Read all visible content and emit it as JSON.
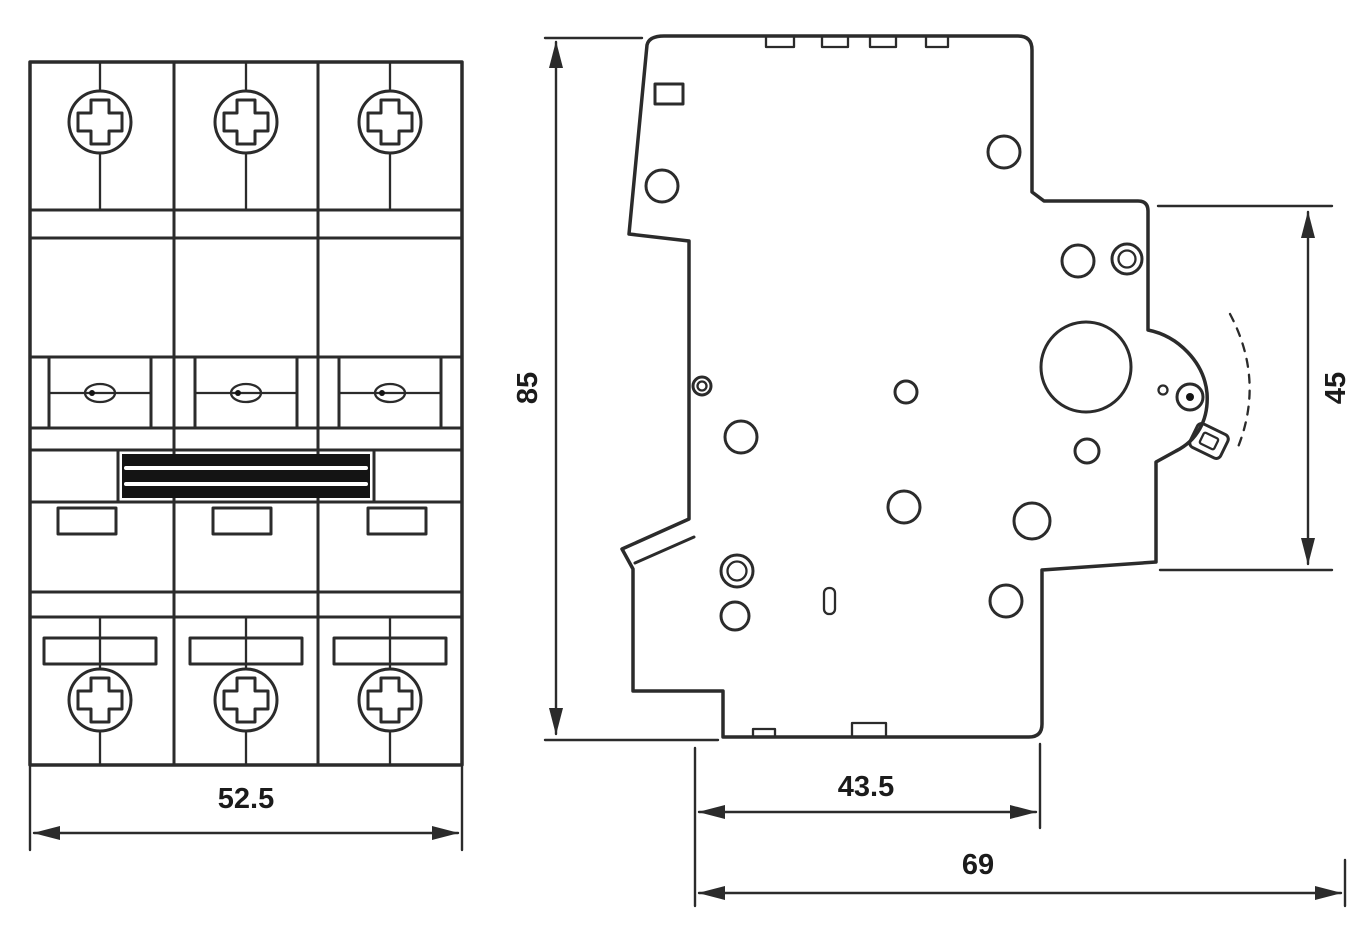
{
  "diagram": {
    "type": "technical-drawing"
  },
  "dims": {
    "front_width": "52.5",
    "side_height": "85",
    "side_right_height": "45",
    "side_body_depth": "43.5",
    "side_overall_depth": "69"
  }
}
